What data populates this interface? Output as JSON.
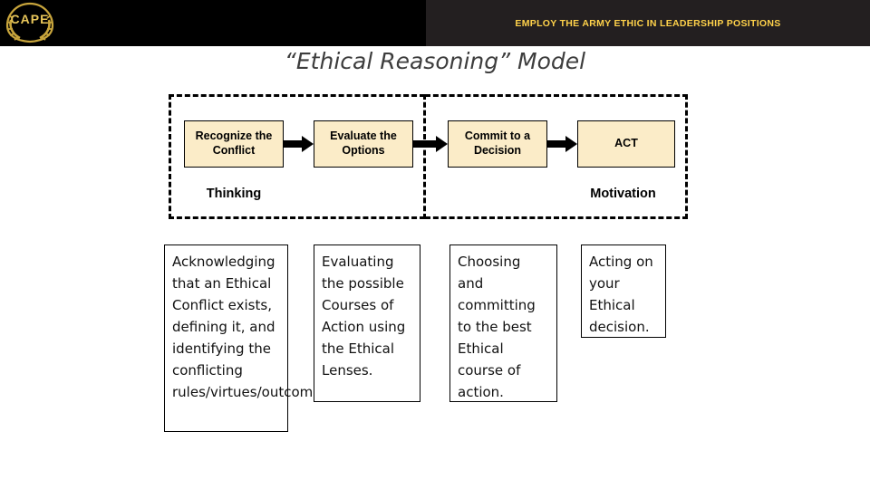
{
  "header": {
    "banner_text": "EMPLOY THE ARMY ETHIC IN LEADERSHIP POSITIONS",
    "logo_text": "CAPE",
    "banner_color": "#231f20",
    "banner_text_color": "#ffd24a"
  },
  "slide": {
    "title": "“Ethical Reasoning” Model"
  },
  "diagram": {
    "steps": [
      {
        "label": "Recognize the  Conflict"
      },
      {
        "label": "Evaluate the Options"
      },
      {
        "label": "Commit to a Decision"
      },
      {
        "label": "ACT"
      }
    ],
    "groups": [
      {
        "label": "Thinking"
      },
      {
        "label": "Motivation"
      }
    ],
    "descriptions": [
      {
        "text": "Acknowledging that an Ethical Conflict exists, defining it, and identifying the conflicting rules/virtues/outcomes/etc."
      },
      {
        "text": "Evaluating the possible Courses of Action using the Ethical Lenses."
      },
      {
        "text": "Choosing and committing to the best Ethical course of action."
      },
      {
        "text": "Acting on your Ethical decision."
      }
    ],
    "step_fill_color": "#fbecc8",
    "border_color": "#000000"
  }
}
